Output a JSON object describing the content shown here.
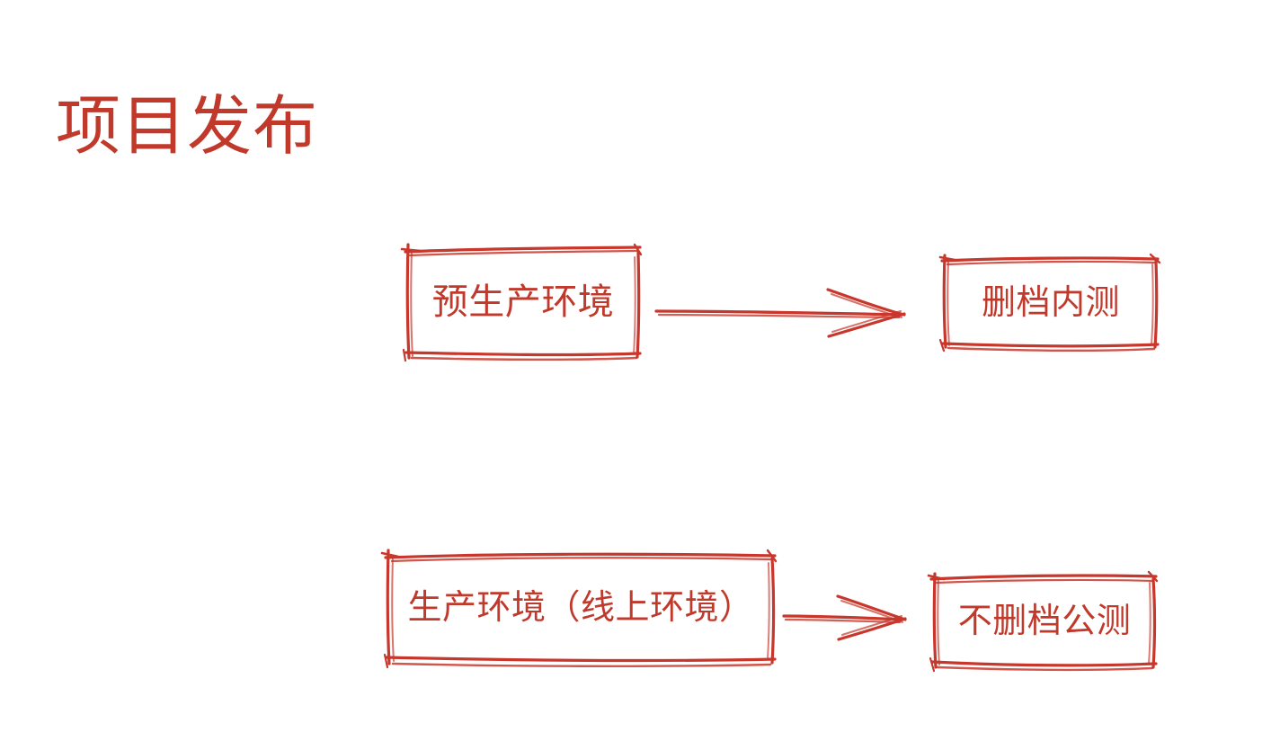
{
  "slide": {
    "title": "项目发布",
    "accent_color": "#c0392b",
    "background_color": "#ffffff"
  },
  "diagram": {
    "style": "hand-drawn-sketch",
    "nodes": [
      {
        "id": "preprod",
        "label": "预生产环境",
        "shape": "rectangle"
      },
      {
        "id": "closedbeta",
        "label": "删档内测",
        "shape": "rectangle"
      },
      {
        "id": "prod",
        "label": "生产环境（线上环境）",
        "shape": "rectangle"
      },
      {
        "id": "openbeta",
        "label": "不删档公测",
        "shape": "rectangle"
      }
    ],
    "edges": [
      {
        "id": "edge-1",
        "from": "preprod",
        "to": "closedbeta",
        "label": "",
        "arrow": "right-arrow-icon"
      },
      {
        "id": "edge-2",
        "from": "prod",
        "to": "openbeta",
        "label": "",
        "arrow": "right-arrow-icon"
      }
    ]
  }
}
